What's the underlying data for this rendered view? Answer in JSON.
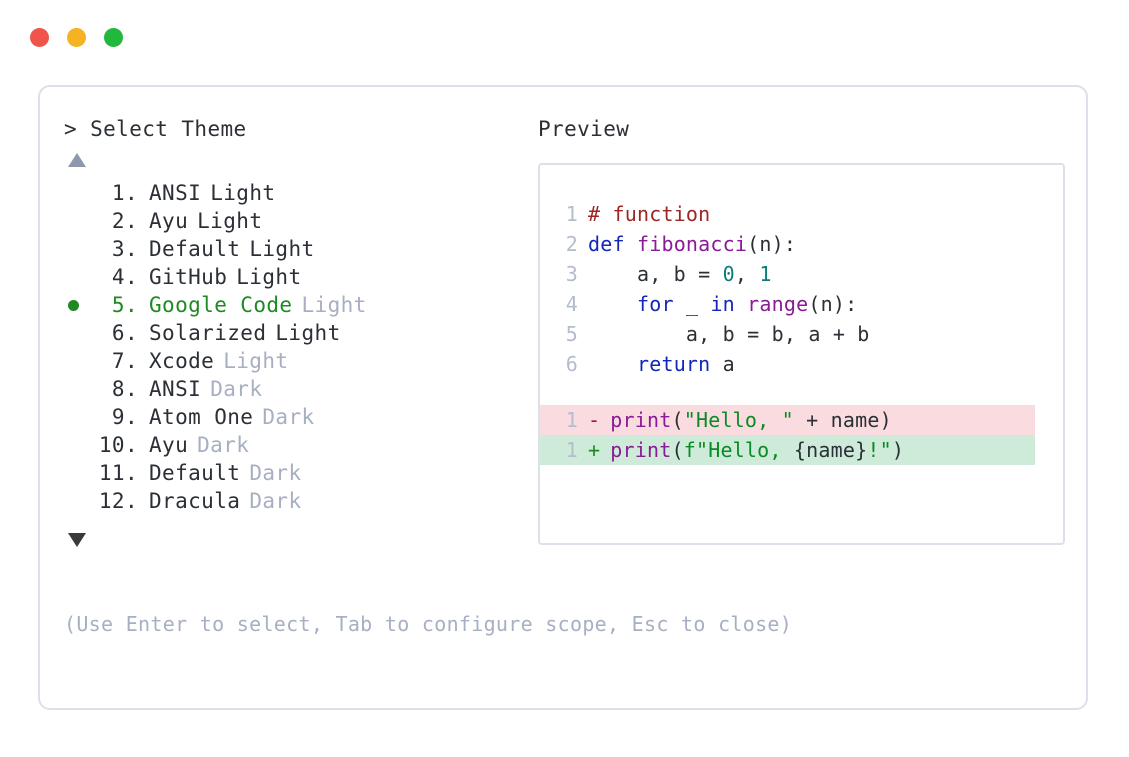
{
  "window": {
    "dots": [
      {
        "name": "close",
        "color": "#F0544C"
      },
      {
        "name": "minimize",
        "color": "#F5B324"
      },
      {
        "name": "maximize",
        "color": "#22B83C"
      }
    ]
  },
  "selector": {
    "prompt": "> Select Theme",
    "scroll_up_icon": "triangle-up-icon",
    "scroll_down_icon": "triangle-down-icon",
    "selected_index": 5,
    "selected_color": "#1E8A21",
    "variant_color": "#A7AFC2",
    "items": [
      {
        "index": "1.",
        "name": "ANSI",
        "variant": "Light",
        "variant_muted": false,
        "selected": false
      },
      {
        "index": "2.",
        "name": "Ayu",
        "variant": "Light",
        "variant_muted": false,
        "selected": false
      },
      {
        "index": "3.",
        "name": "Default",
        "variant": "Light",
        "variant_muted": false,
        "selected": false
      },
      {
        "index": "4.",
        "name": "GitHub",
        "variant": "Light",
        "variant_muted": false,
        "selected": false
      },
      {
        "index": "5.",
        "name": "Google Code",
        "variant": "Light",
        "variant_muted": true,
        "selected": true
      },
      {
        "index": "6.",
        "name": "Solarized",
        "variant": "Light",
        "variant_muted": false,
        "selected": false
      },
      {
        "index": "7.",
        "name": "Xcode",
        "variant": "Light",
        "variant_muted": true,
        "selected": false
      },
      {
        "index": "8.",
        "name": "ANSI",
        "variant": "Dark",
        "variant_muted": true,
        "selected": false
      },
      {
        "index": "9.",
        "name": "Atom One",
        "variant": "Dark",
        "variant_muted": true,
        "selected": false
      },
      {
        "index": "10.",
        "name": "Ayu",
        "variant": "Dark",
        "variant_muted": true,
        "selected": false
      },
      {
        "index": "11.",
        "name": "Default",
        "variant": "Dark",
        "variant_muted": true,
        "selected": false
      },
      {
        "index": "12.",
        "name": "Dracula",
        "variant": "Dark",
        "variant_muted": true,
        "selected": false
      }
    ]
  },
  "hint": "(Use Enter to select, Tab to configure scope, Esc to close)",
  "preview": {
    "label": "Preview",
    "code_lines": [
      {
        "num": "1",
        "tokens": [
          {
            "t": "# function",
            "c": "comment"
          }
        ]
      },
      {
        "num": "2",
        "tokens": [
          {
            "t": "def ",
            "c": "keyword"
          },
          {
            "t": "fibonacci",
            "c": "func"
          },
          {
            "t": "(n):",
            "c": "plain"
          }
        ]
      },
      {
        "num": "3",
        "tokens": [
          {
            "t": "    a, b = ",
            "c": "plain"
          },
          {
            "t": "0",
            "c": "number"
          },
          {
            "t": ", ",
            "c": "plain"
          },
          {
            "t": "1",
            "c": "number"
          }
        ]
      },
      {
        "num": "4",
        "tokens": [
          {
            "t": "    ",
            "c": "plain"
          },
          {
            "t": "for",
            "c": "keyword"
          },
          {
            "t": " _ ",
            "c": "plain"
          },
          {
            "t": "in",
            "c": "keyword"
          },
          {
            "t": " ",
            "c": "plain"
          },
          {
            "t": "range",
            "c": "func"
          },
          {
            "t": "(n):",
            "c": "plain"
          }
        ]
      },
      {
        "num": "5",
        "tokens": [
          {
            "t": "        a, b = b, a + b",
            "c": "plain"
          }
        ]
      },
      {
        "num": "6",
        "tokens": [
          {
            "t": "    ",
            "c": "plain"
          },
          {
            "t": "return",
            "c": "keyword"
          },
          {
            "t": " a",
            "c": "plain"
          }
        ]
      }
    ],
    "diff_lines": [
      {
        "num": "1",
        "marker": "-",
        "kind": "del",
        "bg": "#FADCE0",
        "tokens": [
          {
            "t": "print",
            "c": "func"
          },
          {
            "t": "(",
            "c": "plain"
          },
          {
            "t": "\"Hello, \"",
            "c": "string"
          },
          {
            "t": " + name)",
            "c": "plain"
          }
        ]
      },
      {
        "num": "1",
        "marker": "+",
        "kind": "add",
        "bg": "#CDEBD8",
        "tokens": [
          {
            "t": "print",
            "c": "func"
          },
          {
            "t": "(",
            "c": "plain"
          },
          {
            "t": "f\"Hello, ",
            "c": "string"
          },
          {
            "t": "{name}",
            "c": "plain"
          },
          {
            "t": "!\"",
            "c": "string"
          },
          {
            "t": ")",
            "c": "plain"
          }
        ]
      }
    ]
  }
}
